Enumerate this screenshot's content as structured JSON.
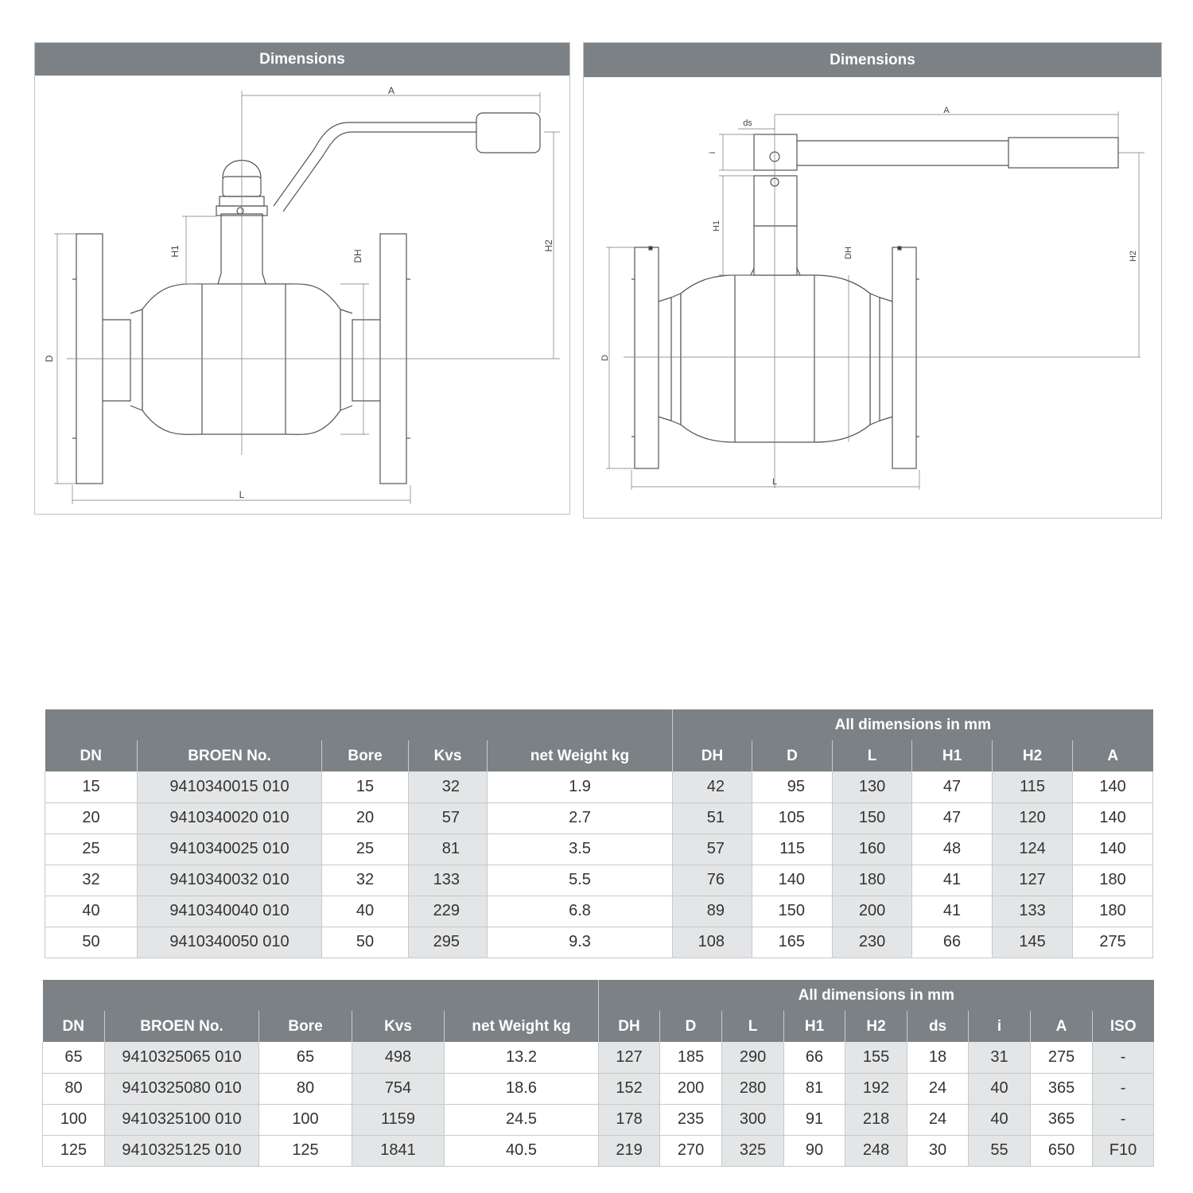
{
  "left_panel": {
    "title": "Dimensions",
    "labels": {
      "A": "A",
      "H1": "H1",
      "H2": "H2",
      "DH": "DH",
      "D": "D",
      "L": "L"
    }
  },
  "right_panel": {
    "title": "Dimensions",
    "labels": {
      "A": "A",
      "ds": "ds",
      "i": "i",
      "H1": "H1",
      "H2": "H2",
      "DH": "DH",
      "D": "D",
      "L": "L"
    }
  },
  "table_1": {
    "units_label": "All dimensions in mm",
    "columns": [
      "DN",
      "BROEN No.",
      "Bore",
      "Kvs",
      "net Weight kg",
      "DH",
      "D",
      "L",
      "H1",
      "H2",
      "A"
    ],
    "rows": [
      [
        "15",
        "9410340015 010",
        "15",
        "32",
        "1.9",
        "42",
        "95",
        "130",
        "47",
        "115",
        "140"
      ],
      [
        "20",
        "9410340020 010",
        "20",
        "57",
        "2.7",
        "51",
        "105",
        "150",
        "47",
        "120",
        "140"
      ],
      [
        "25",
        "9410340025 010",
        "25",
        "81",
        "3.5",
        "57",
        "115",
        "160",
        "48",
        "124",
        "140"
      ],
      [
        "32",
        "9410340032 010",
        "32",
        "133",
        "5.5",
        "76",
        "140",
        "180",
        "41",
        "127",
        "180"
      ],
      [
        "40",
        "9410340040 010",
        "40",
        "229",
        "6.8",
        "89",
        "150",
        "200",
        "41",
        "133",
        "180"
      ],
      [
        "50",
        "9410340050 010",
        "50",
        "295",
        "9.3",
        "108",
        "165",
        "230",
        "66",
        "145",
        "275"
      ]
    ]
  },
  "table_2": {
    "units_label": "All dimensions in mm",
    "columns": [
      "DN",
      "BROEN No.",
      "Bore",
      "Kvs",
      "net Weight kg",
      "DH",
      "D",
      "L",
      "H1",
      "H2",
      "ds",
      "i",
      "A",
      "ISO"
    ],
    "rows": [
      [
        "65",
        "9410325065 010",
        "65",
        "498",
        "13.2",
        "127",
        "185",
        "290",
        "66",
        "155",
        "18",
        "31",
        "275",
        "-"
      ],
      [
        "80",
        "9410325080 010",
        "80",
        "754",
        "18.6",
        "152",
        "200",
        "280",
        "81",
        "192",
        "24",
        "40",
        "365",
        "-"
      ],
      [
        "100",
        "9410325100 010",
        "100",
        "1159",
        "24.5",
        "178",
        "235",
        "300",
        "91",
        "218",
        "24",
        "40",
        "365",
        "-"
      ],
      [
        "125",
        "9410325125 010",
        "125",
        "1841",
        "40.5",
        "219",
        "270",
        "325",
        "90",
        "248",
        "30",
        "55",
        "650",
        "F10"
      ]
    ]
  }
}
